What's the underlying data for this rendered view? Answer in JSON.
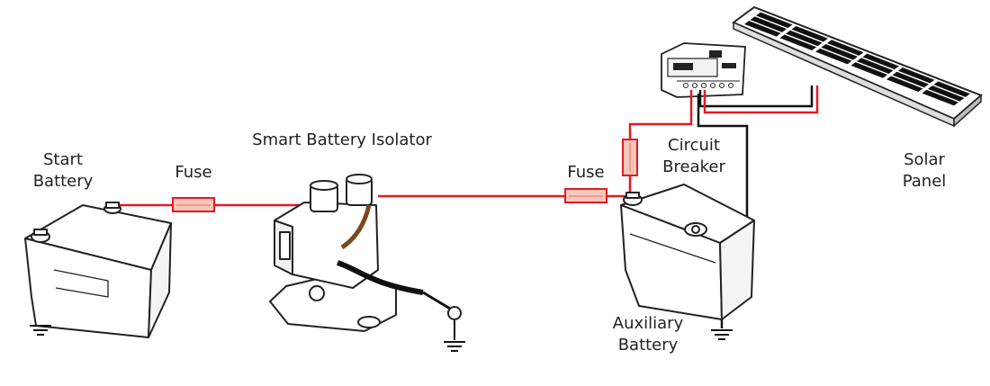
{
  "labels": {
    "start_battery_line1": "Start",
    "start_battery_line2": "Battery",
    "fuse_left": "Fuse",
    "isolator": "Smart Battery Isolator",
    "fuse_right": "Fuse",
    "breaker_line1": "Circuit",
    "breaker_line2": "Breaker",
    "solar_line1": "Solar",
    "solar_line2": "Panel",
    "aux_line1": "Auxiliary",
    "aux_line2": "Battery"
  },
  "colors": {
    "positive_wire": "#e01b24",
    "negative_wire": "#111111",
    "fuse_fill": "#f6c6b8",
    "isolator_cable": "#7a4a1e",
    "panel_cell": "#111111",
    "outline": "#222222"
  }
}
